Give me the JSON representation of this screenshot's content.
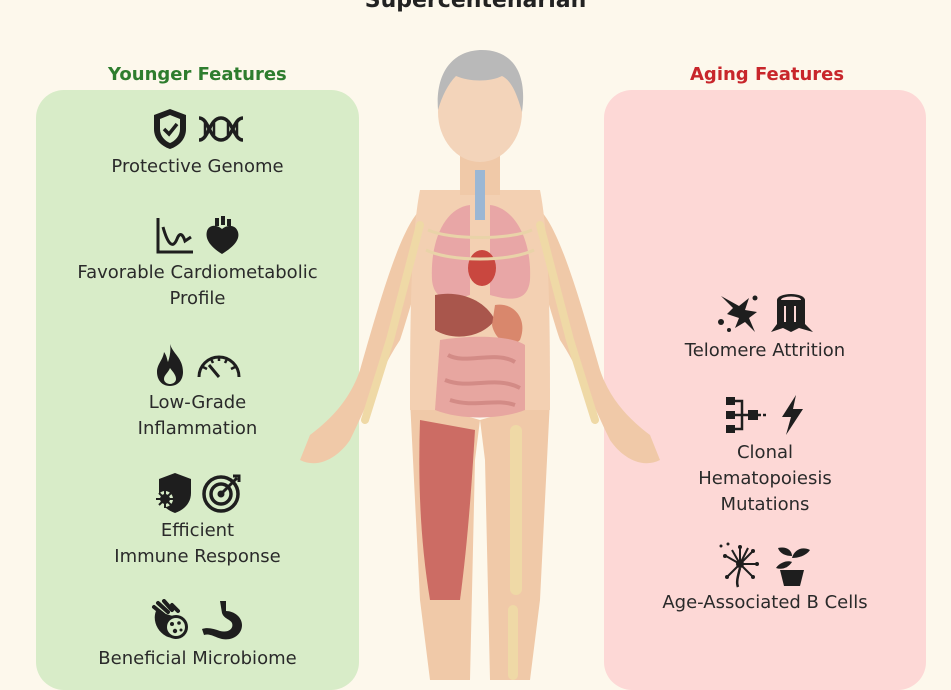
{
  "title": "Supercentenarian",
  "younger": {
    "heading": "Younger Features",
    "features": [
      {
        "label": "Protective Genome",
        "icons": [
          "shield-check-icon",
          "dna-icon"
        ]
      },
      {
        "label": "Favorable Cardiometabolic\nProfile",
        "icons": [
          "line-graph-icon",
          "heart-organ-icon"
        ]
      },
      {
        "label": "Low-Grade\nInflammation",
        "icons": [
          "flame-icon",
          "gauge-icon"
        ]
      },
      {
        "label": "Efficient\nImmune Response",
        "icons": [
          "virus-shield-icon",
          "target-icon"
        ]
      },
      {
        "label": "Beneficial Microbiome",
        "icons": [
          "bacteria-hand-icon",
          "stomach-icon"
        ]
      }
    ]
  },
  "aging": {
    "heading": "Aging Features",
    "features": [
      {
        "label": "Telomere Attrition",
        "icons": [
          "broken-chromosome-icon",
          "tree-stump-icon"
        ]
      },
      {
        "label": "Clonal\nHematopoiesis\nMutations",
        "icons": [
          "hierarchy-icon",
          "lightning-icon"
        ]
      },
      {
        "label": "Age-Associated B Cells",
        "icons": [
          "dandelion-icon",
          "wilted-plant-icon"
        ]
      }
    ]
  },
  "colors": {
    "younger_heading": "#2e7d2e",
    "aging_heading": "#c8262b",
    "younger_panel": "#d8ecc8",
    "aging_panel": "#fdd8d6",
    "background": "#fdf8ec"
  }
}
